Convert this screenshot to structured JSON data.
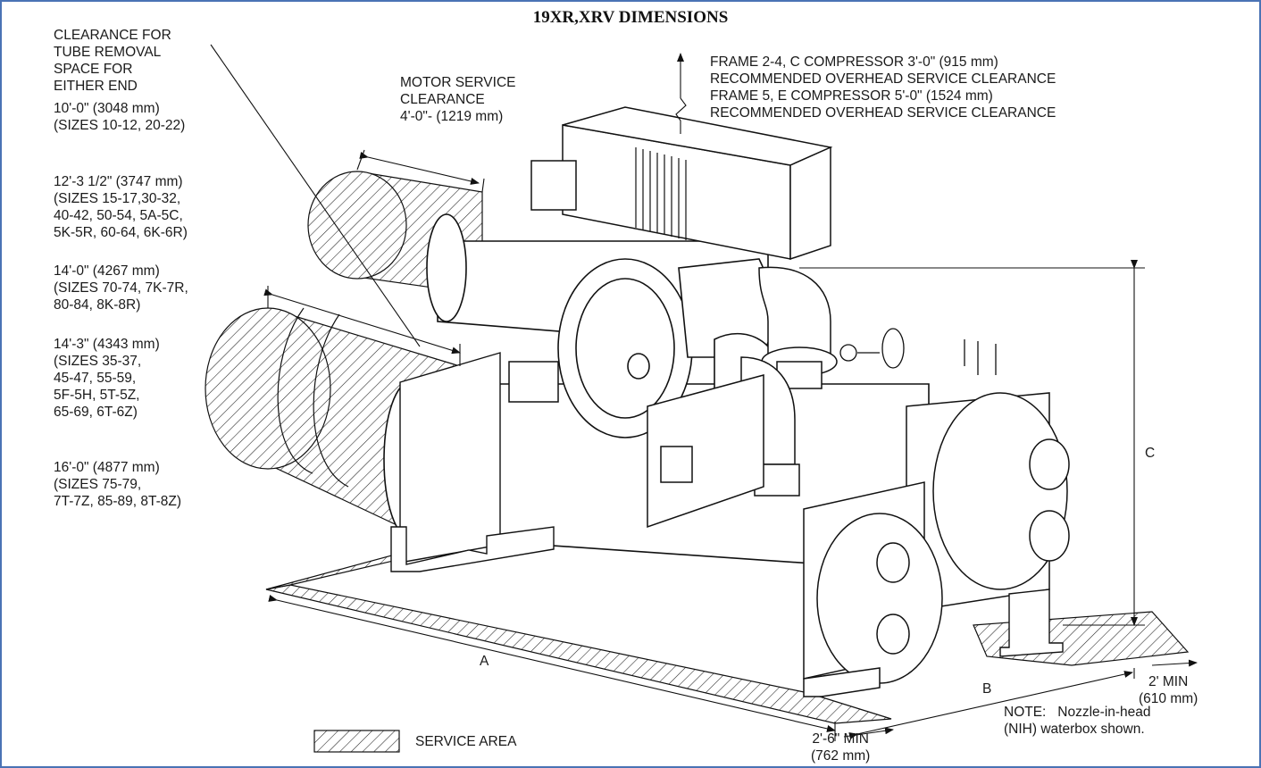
{
  "title": "19XR,XRV DIMENSIONS",
  "tube_clearance": {
    "heading": "CLEARANCE FOR\nTUBE REMOVAL\nSPACE FOR\nEITHER END",
    "options": [
      "10'-0\" (3048 mm)\n(SIZES 10-12, 20-22)",
      "12'-3 1/2\" (3747 mm)\n(SIZES 15-17,30-32,\n40-42, 50-54, 5A-5C,\n5K-5R, 60-64, 6K-6R)",
      "14'-0\" (4267 mm)\n(SIZES 70-74, 7K-7R,\n80-84, 8K-8R)",
      "14'-3\" (4343 mm)\n(SIZES 35-37,\n45-47, 55-59,\n5F-5H, 5T-5Z,\n65-69, 6T-6Z)",
      "16'-0\" (4877 mm)\n(SIZES 75-79,\n7T-7Z, 85-89, 8T-8Z)"
    ]
  },
  "motor_service": "MOTOR SERVICE\nCLEARANCE\n4'-0\"- (1219 mm)",
  "overhead": "FRAME 2-4, C COMPRESSOR 3'-0\" (915 mm)\nRECOMMENDED OVERHEAD SERVICE CLEARANCE\nFRAME 5, E COMPRESSOR 5'-0\" (1524 mm)\nRECOMMENDED OVERHEAD SERVICE CLEARANCE",
  "dim_a": "A",
  "dim_b": "B",
  "dim_c": "C",
  "min_side": "2' MIN\n(610 mm)",
  "min_front": "2'-6\" MIN\n(762 mm)",
  "note": "NOTE:   Nozzle-in-head\n(NIH) waterbox shown.",
  "legend": "SERVICE AREA",
  "colors": {
    "border": "#4a73b5",
    "line": "#1a1a1a"
  }
}
